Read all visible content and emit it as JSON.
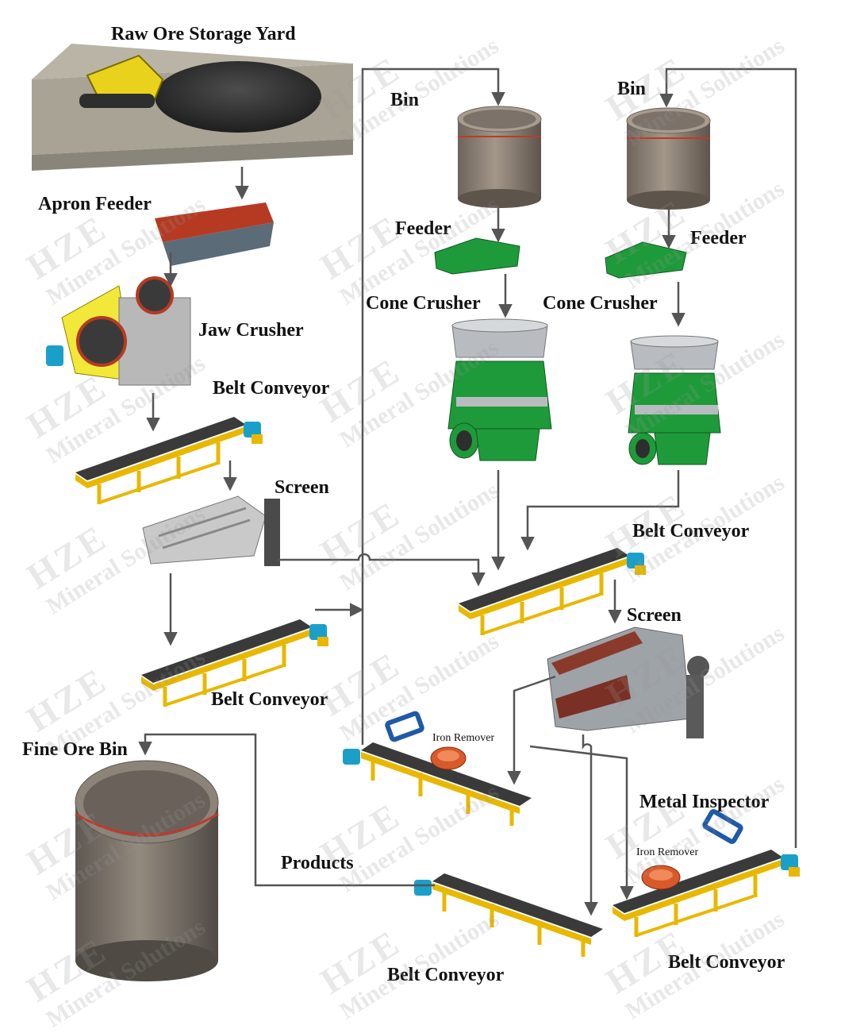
{
  "labels": {
    "raw_ore_yard": "Raw Ore Storage Yard",
    "apron_feeder": "Apron Feeder",
    "jaw_crusher": "Jaw Crusher",
    "belt_conveyor": "Belt Conveyor",
    "screen": "Screen",
    "bin": "Bin",
    "feeder": "Feeder",
    "cone_crusher": "Cone Crusher",
    "iron_remover": "Iron Remover",
    "metal_inspector": "Metal Inspector",
    "fine_ore_bin": "Fine Ore Bin",
    "products": "Products"
  },
  "watermark": {
    "brand": "HZE",
    "tagline": "Mineral Solutions"
  },
  "colors": {
    "arrow": "#555555",
    "conveyor_frame": "#e8b800",
    "belt": "#3a3a3a",
    "motor": "#1aa0c8",
    "cone_green": "#1f9a3a",
    "bin_body": "#8c8076",
    "bin_stripe": "#c0392b",
    "apron_red": "#b63a22",
    "yard_slab": "#a8a395",
    "bulldozer": "#e8d21c"
  }
}
